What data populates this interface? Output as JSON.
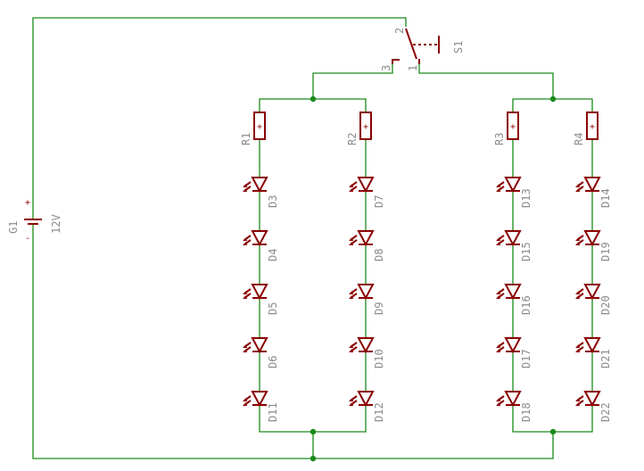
{
  "colors": {
    "wire": "#1a8a1a",
    "part": "#8b0000",
    "label": "#8c8c8c",
    "background": "#ffffff"
  },
  "battery": {
    "name": "G1",
    "value": "12V",
    "plus": "+",
    "minus": "-"
  },
  "switch": {
    "name": "S1",
    "pins": [
      "1",
      "2",
      "3"
    ]
  },
  "resistors": [
    {
      "name": "R1"
    },
    {
      "name": "R2"
    },
    {
      "name": "R3"
    },
    {
      "name": "R4"
    }
  ],
  "led_columns": [
    [
      "D3",
      "D4",
      "D5",
      "D6",
      "D11"
    ],
    [
      "D7",
      "D8",
      "D9",
      "D10",
      "D12"
    ],
    [
      "D13",
      "D15",
      "D16",
      "D17",
      "D18"
    ],
    [
      "D14",
      "D19",
      "D20",
      "D21",
      "D22"
    ]
  ]
}
